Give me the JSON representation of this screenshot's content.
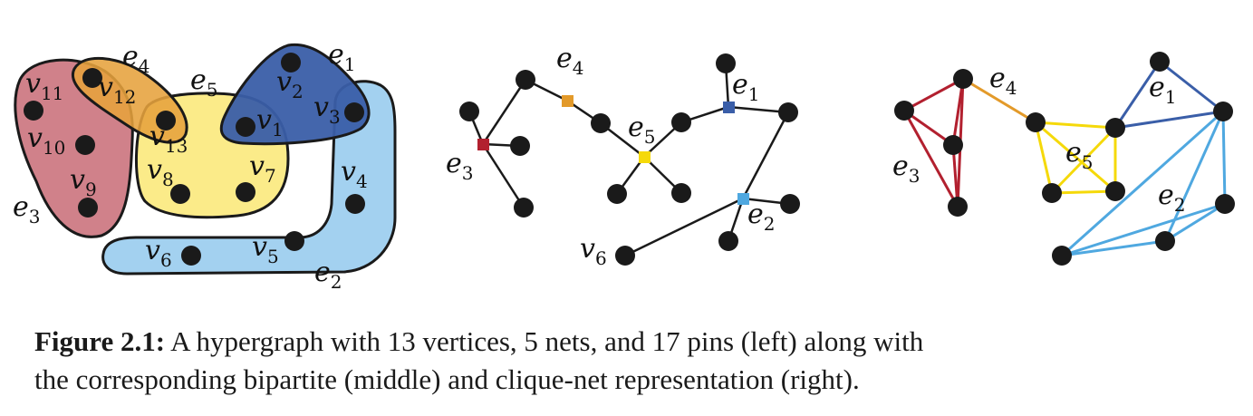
{
  "caption": {
    "label": "Figure 2.1:",
    "line1": "A hypergraph with 13 vertices, 5 nets, and 17 pins (left) along with",
    "line2": "the corresponding bipartite (middle) and clique-net representation (right)."
  },
  "colors": {
    "e1": "#3a5ea8",
    "e2": "#a3d1f0",
    "e3": "#c9707a",
    "e4": "#e6a23c",
    "e5": "#fbe97f",
    "node": "#1a1a1a",
    "edge": "#1a1a1a",
    "clique_e1": "#3a5ea8",
    "clique_e2": "#4fa8e0",
    "clique_e3": "#b2202f",
    "clique_e4": "#e39a2a",
    "clique_e5": "#f5d90a"
  },
  "left": {
    "nets": [
      {
        "id": "e1",
        "base": "e",
        "sub": "1"
      },
      {
        "id": "e2",
        "base": "e",
        "sub": "2"
      },
      {
        "id": "e3",
        "base": "e",
        "sub": "3"
      },
      {
        "id": "e4",
        "base": "e",
        "sub": "4"
      },
      {
        "id": "e5",
        "base": "e",
        "sub": "5"
      }
    ],
    "vertices": [
      {
        "id": "v1",
        "base": "v",
        "sub": "1"
      },
      {
        "id": "v2",
        "base": "v",
        "sub": "2"
      },
      {
        "id": "v3",
        "base": "v",
        "sub": "3"
      },
      {
        "id": "v4",
        "base": "v",
        "sub": "4"
      },
      {
        "id": "v5",
        "base": "v",
        "sub": "5"
      },
      {
        "id": "v6",
        "base": "v",
        "sub": "6"
      },
      {
        "id": "v7",
        "base": "v",
        "sub": "7"
      },
      {
        "id": "v8",
        "base": "v",
        "sub": "8"
      },
      {
        "id": "v9",
        "base": "v",
        "sub": "9"
      },
      {
        "id": "v10",
        "base": "v",
        "sub": "10"
      },
      {
        "id": "v11",
        "base": "v",
        "sub": "11"
      },
      {
        "id": "v12",
        "base": "v",
        "sub": "12"
      },
      {
        "id": "v13",
        "base": "v",
        "sub": "13"
      }
    ]
  },
  "middle": {
    "nets": [
      {
        "id": "e1",
        "base": "e",
        "sub": "1"
      },
      {
        "id": "e2",
        "base": "e",
        "sub": "2"
      },
      {
        "id": "e3",
        "base": "e",
        "sub": "3"
      },
      {
        "id": "e4",
        "base": "e",
        "sub": "4"
      },
      {
        "id": "e5",
        "base": "e",
        "sub": "5"
      }
    ],
    "vertex_label": {
      "base": "v",
      "sub": "6"
    }
  },
  "right": {
    "nets": [
      {
        "id": "e1",
        "base": "e",
        "sub": "1"
      },
      {
        "id": "e2",
        "base": "e",
        "sub": "2"
      },
      {
        "id": "e3",
        "base": "e",
        "sub": "3"
      },
      {
        "id": "e4",
        "base": "e",
        "sub": "4"
      },
      {
        "id": "e5",
        "base": "e",
        "sub": "5"
      }
    ]
  }
}
